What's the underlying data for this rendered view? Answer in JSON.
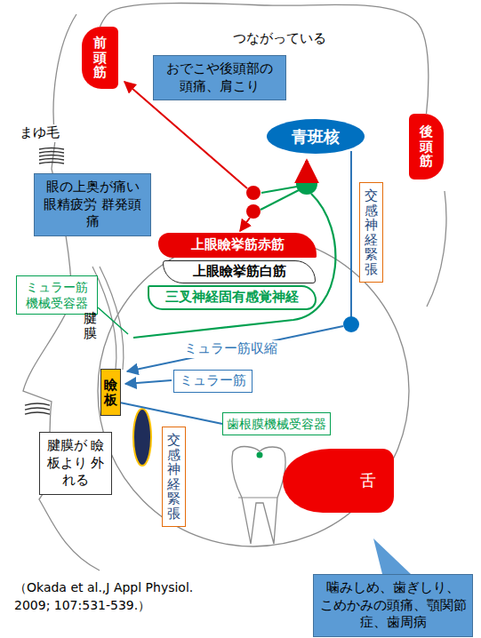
{
  "diagram": {
    "caption": "（Okada et al.,J Appl Physiol. 2009; 107:531-539.）",
    "nodes": [
      {
        "text": [
          "おでこや後頭部の 頭痛、肩こり"
        ]
      },
      {
        "text": [
          "前頭筋"
        ]
      },
      {
        "text": [
          "青班核"
        ]
      },
      {
        "text": [
          "後頭筋"
        ]
      },
      {
        "text": [
          "交感神経緊張"
        ]
      },
      {
        "text": [
          "眼の上奥が痛い 眼精疲労 群発頭痛"
        ]
      },
      {
        "text": [
          "上眼瞼挙筋赤筋"
        ]
      },
      {
        "text": [
          "上眼瞼挙筋白筋"
        ]
      },
      {
        "text": [
          "三叉神経固有感覚神経"
        ]
      },
      {
        "text": [
          "ミュラー筋 機械受容器"
        ]
      },
      {
        "text": [
          "ミュラー筋"
        ]
      },
      {
        "text": [
          "瞼板"
        ]
      },
      {
        "text": [
          "腱膜が 瞼板より 外れる"
        ]
      },
      {
        "text": [
          "交感神経緊張"
        ]
      },
      {
        "text": [
          "歯根膜機械受容器"
        ]
      },
      {
        "text": [
          "舌"
        ]
      },
      {
        "text": [
          "噛みしめ、歯ぎしり、 こめかみの頭痛、顎関節症、歯周病"
        ]
      }
    ],
    "edges": [
      {
        "from": 1,
        "to": 3,
        "label": "つながっている",
        "arrow": "none"
      },
      {
        "from": 11,
        "to": 14,
        "arrow": "none"
      }
    ],
    "labels": [
      "まゆ毛",
      "ミュラー筋収縮",
      "腱膜"
    ]
  }
}
